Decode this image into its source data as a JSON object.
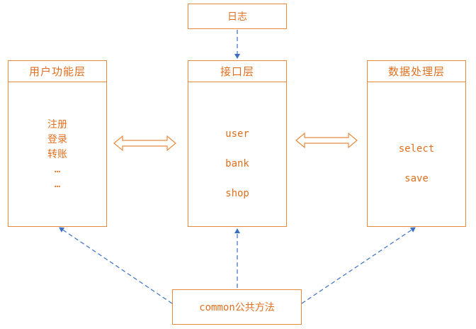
{
  "diagram": {
    "log_box": {
      "title": "日志"
    },
    "user_layer": {
      "title": "用户功能层",
      "items": [
        "注册",
        "登录",
        "转账",
        "…",
        "…"
      ]
    },
    "interface_layer": {
      "title": "接口层",
      "items": [
        "user",
        "bank",
        "shop"
      ]
    },
    "data_layer": {
      "title": "数据处理层",
      "items": [
        "select",
        "save"
      ]
    },
    "common_box": {
      "title": "common公共方法"
    },
    "colors": {
      "box_border": "#e88a3c",
      "text": "#e07020",
      "dashed_arrow": "#3a6fc4",
      "double_arrow": "#e88a3c"
    }
  }
}
